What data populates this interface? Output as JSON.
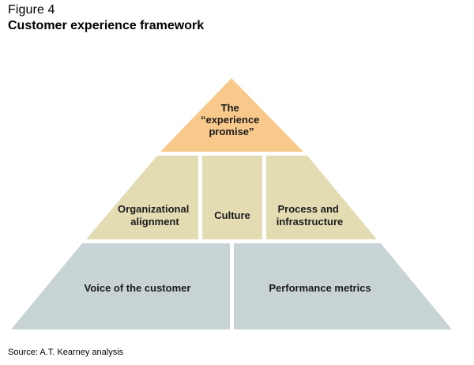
{
  "figure": {
    "label": "Figure 4",
    "title": "Customer experience framework",
    "source": "Source: A.T. Kearney analysis"
  },
  "pyramid": {
    "top": {
      "lines": [
        "The",
        "“experience",
        "promise”"
      ],
      "color": "#f8c98a"
    },
    "middle": {
      "color": "#e3dcb3",
      "blocks": [
        {
          "lines": [
            "Organizational",
            "alignment"
          ]
        },
        {
          "lines": [
            "Culture"
          ]
        },
        {
          "lines": [
            "Process and",
            "infrastructure"
          ]
        }
      ]
    },
    "bottom": {
      "color": "#c7d3d5",
      "blocks": [
        {
          "lines": [
            "Voice of the customer"
          ]
        },
        {
          "lines": [
            "Performance metrics"
          ]
        }
      ]
    }
  }
}
